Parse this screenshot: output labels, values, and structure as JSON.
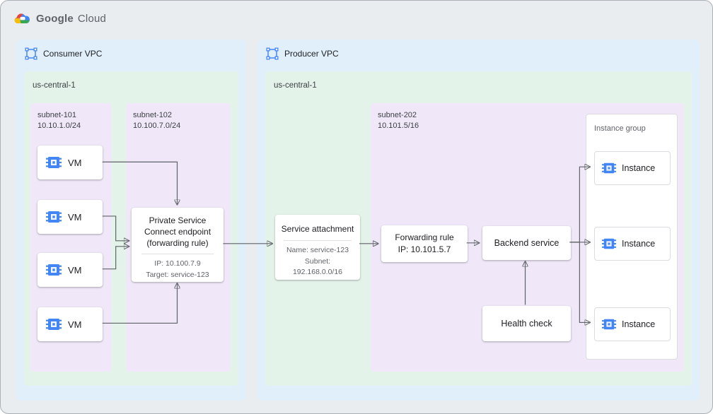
{
  "header": {
    "logo_google": "Google",
    "logo_cloud": "Cloud"
  },
  "consumer_vpc": {
    "label": "Consumer VPC",
    "region": {
      "label": "us-central-1",
      "subnet101": {
        "name": "subnet-101",
        "cidr": "10.10.1.0/24",
        "vms": [
          "VM",
          "VM",
          "VM",
          "VM"
        ]
      },
      "subnet102": {
        "name": "subnet-102",
        "cidr": "10.100.7.0/24",
        "endpoint": {
          "title": "Private Service Connect endpoint (forwarding rule)",
          "ip": "IP: 10.100.7.9",
          "target": "Target: service-123"
        }
      }
    }
  },
  "producer_vpc": {
    "label": "Producer VPC",
    "region": {
      "label": "us-central-1",
      "service_attachment": {
        "title": "Service attachment",
        "name": "Name: service-123",
        "subnet_label": "Subnet:",
        "subnet_value": "192.168.0.0/16"
      },
      "subnet202": {
        "name": "subnet-202",
        "cidr": "10.101.5/16",
        "forwarding_rule": {
          "line1": "Forwarding rule",
          "line2": "IP: 10.101.5.7"
        },
        "backend_service": "Backend service",
        "health_check": "Health check",
        "instance_group": {
          "label": "Instance group",
          "instances": [
            "Instance",
            "Instance",
            "Instance"
          ]
        }
      }
    }
  },
  "colors": {
    "canvas_bg": "#e9edf0",
    "vpc_bg": "#e0effa",
    "region_bg": "#e4f3e9",
    "subnet_bg": "#f0e8f8",
    "accent_blue": "#4285f4",
    "arrow": "#5f6368",
    "logo_red": "#ea4335",
    "logo_yellow": "#fbbc04",
    "logo_green": "#34a853"
  }
}
